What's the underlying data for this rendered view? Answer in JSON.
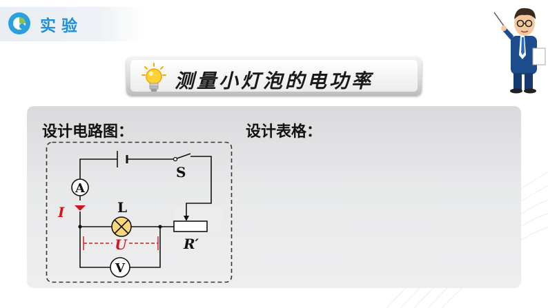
{
  "header": {
    "title": "实验"
  },
  "banner": {
    "title": "测量小灯泡的电功率"
  },
  "panel": {
    "circuit_label": "设计电路图：",
    "table_label": "设计表格："
  },
  "circuit": {
    "ammeter": "A",
    "voltmeter": "V",
    "lamp": "L",
    "switch": "S",
    "rheostat": "R′",
    "current": "I",
    "voltage": "U"
  },
  "colors": {
    "accent_blue": "#1f8fd6",
    "current_red": "#d4161c"
  }
}
